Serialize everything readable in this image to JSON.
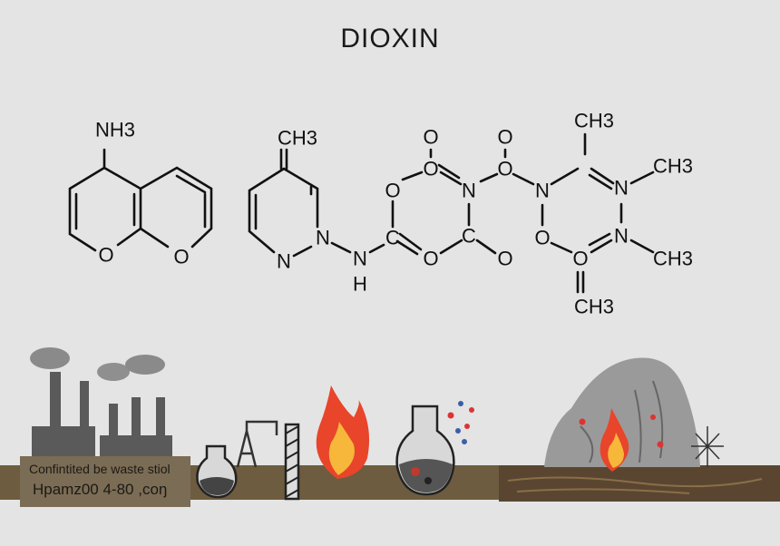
{
  "title": "DIOXIN",
  "molecule_1": {
    "substituent": "NH3",
    "ring_oxygens": [
      "O",
      "O"
    ]
  },
  "molecule_2": {
    "atoms": [
      "CH3",
      "N",
      "N",
      "N",
      "H",
      "C",
      "O",
      "O",
      "O",
      "N",
      "C",
      "O",
      "O",
      "O",
      "O",
      "N",
      "O",
      "CH3",
      "N",
      "CH3",
      "N",
      "CH3",
      "O",
      "CH3"
    ]
  },
  "scene_label": {
    "line1": "Confintited be waste stiol",
    "line2": "Hpamz00 4-80 ,coŋ"
  },
  "colors": {
    "background": "#e4e4e4",
    "ground": "#6e5c40",
    "label_box": "#7b6c55",
    "flame": "#e8452a",
    "flame_core": "#f6b73a",
    "smoke": "#8a8a8a"
  }
}
